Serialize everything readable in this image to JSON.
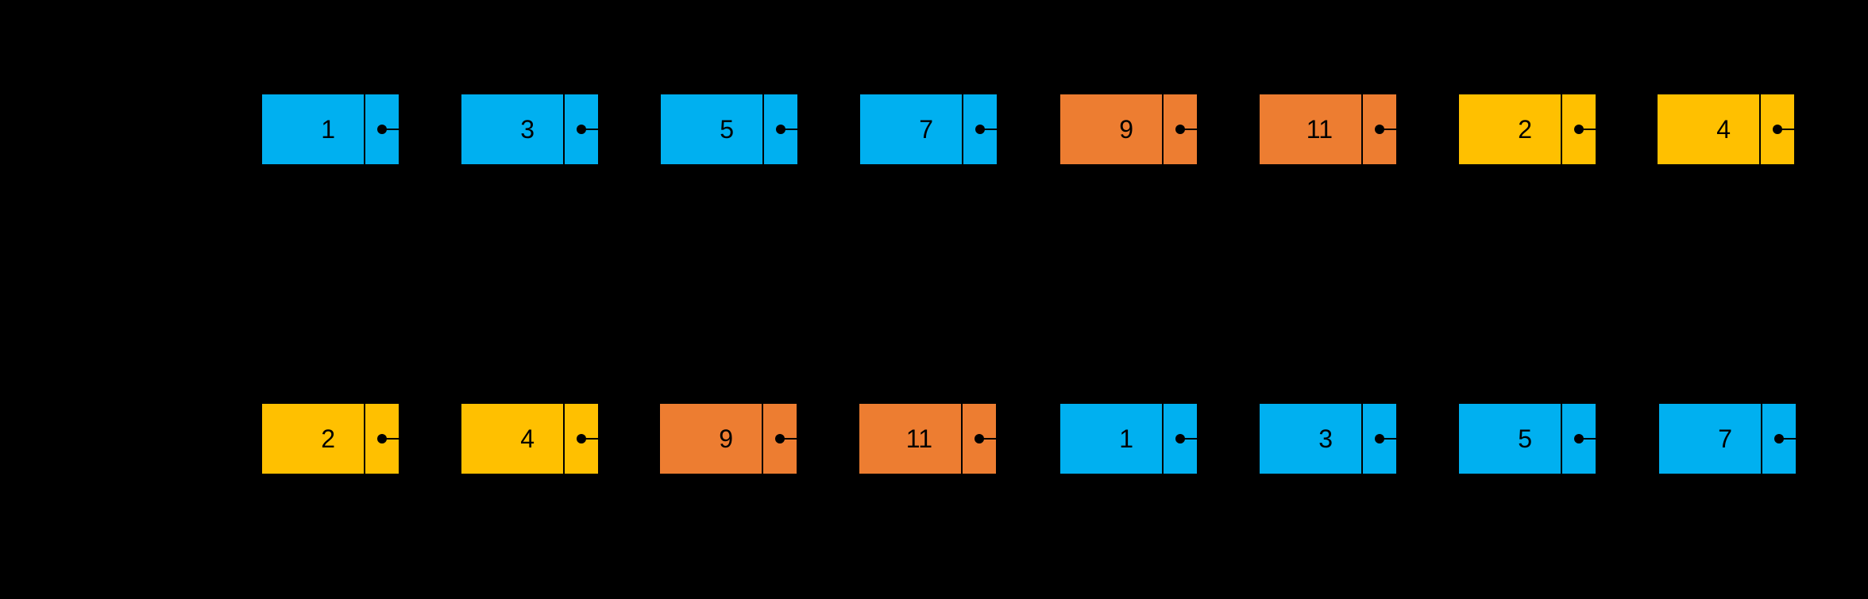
{
  "colors": {
    "background": "#000000",
    "blue": "#00b0f0",
    "orange": "#ed7d31",
    "yellow": "#ffc000",
    "text": "#000000"
  },
  "lists": {
    "top": [
      {
        "value": "1",
        "color": "blue"
      },
      {
        "value": "3",
        "color": "blue"
      },
      {
        "value": "5",
        "color": "blue"
      },
      {
        "value": "7",
        "color": "blue"
      },
      {
        "value": "9",
        "color": "orange"
      },
      {
        "value": "11",
        "color": "orange"
      },
      {
        "value": "2",
        "color": "yellow"
      },
      {
        "value": "4",
        "color": "yellow"
      }
    ],
    "bottom": [
      {
        "value": "2",
        "color": "yellow"
      },
      {
        "value": "4",
        "color": "yellow"
      },
      {
        "value": "9",
        "color": "orange"
      },
      {
        "value": "11",
        "color": "orange"
      },
      {
        "value": "1",
        "color": "blue"
      },
      {
        "value": "3",
        "color": "blue"
      },
      {
        "value": "5",
        "color": "blue"
      },
      {
        "value": "7",
        "color": "blue"
      }
    ]
  }
}
